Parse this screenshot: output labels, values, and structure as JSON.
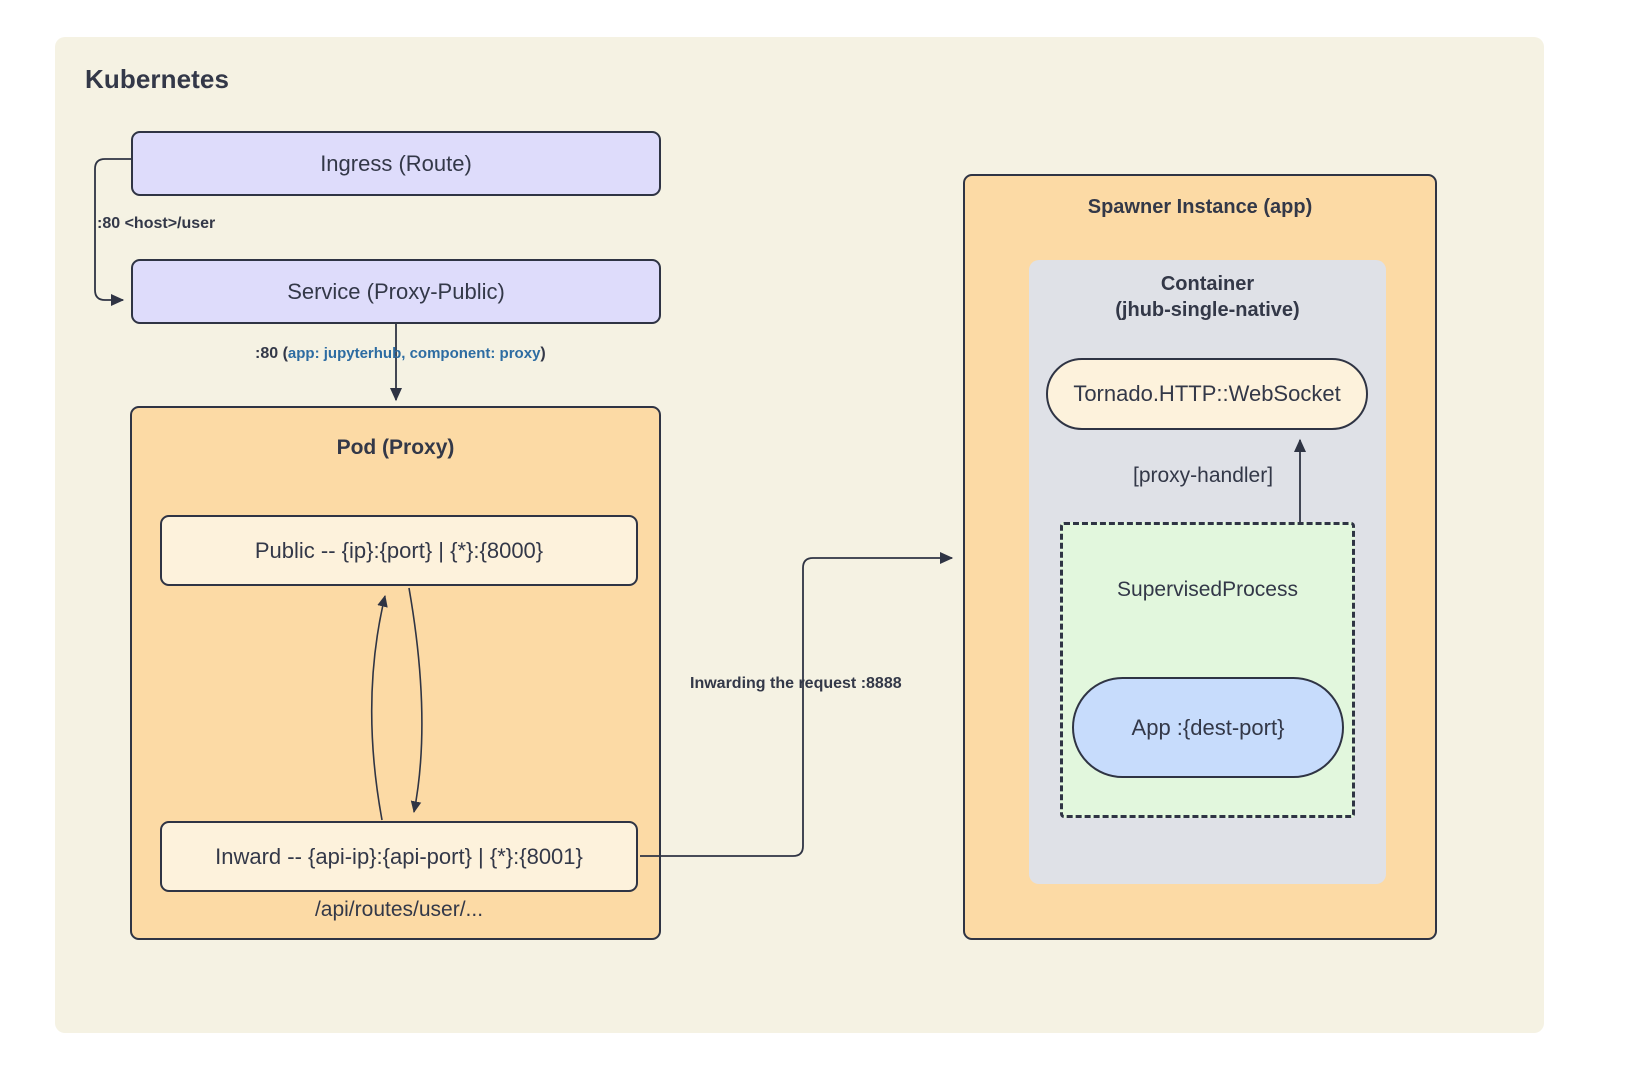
{
  "diagram": {
    "type": "architecture-flowchart",
    "clusters": {
      "kubernetes": {
        "title": "Kubernetes"
      },
      "pod_proxy": {
        "title": "Pod (Proxy)"
      },
      "spawner_instance": {
        "title": "Spawner Instance (app)"
      },
      "container": {
        "title": "Container\n(jhub-single-native)"
      },
      "supervised_process": {
        "title": "SupervisedProcess"
      }
    },
    "nodes": {
      "ingress": {
        "label": "Ingress (Route)"
      },
      "service": {
        "label": "Service (Proxy-Public)"
      },
      "public_endpoint": {
        "label": "Public -- {ip}:{port} | {*}:{8000}"
      },
      "inward_endpoint": {
        "label": "Inward -- {api-ip}:{api-port} | {*}:{8001}"
      },
      "tornado": {
        "label": "Tornado.HTTP::WebSocket"
      },
      "app": {
        "label": "App :{dest-port}"
      }
    },
    "edge_labels": {
      "ingress_to_service": ":80 <host>/user",
      "service_to_pod_port": ":80 ",
      "service_to_pod_open_paren": "(",
      "service_to_pod_selector": "app: jupyterhub, component: proxy",
      "service_to_pod_close_paren": ")",
      "inward_api_path": "/api/routes/user/...",
      "inward_to_spawner": "Inwarding the request :8888",
      "process_to_tornado": "[proxy-handler]"
    },
    "colors": {
      "page_background": "#ffffff",
      "kubernetes_cluster": "#f5f2e3",
      "orange_cluster": "#fcdaa5",
      "grey_cluster": "#dfe1e7",
      "green_cluster": "#e2f7dd",
      "lavender_node": "#dedcfb",
      "cream_node": "#fdf2dc",
      "blue_node": "#c7dcfc",
      "stroke": "#2f3444",
      "text": "#333848",
      "selector_text": "#2d6ca2"
    }
  }
}
